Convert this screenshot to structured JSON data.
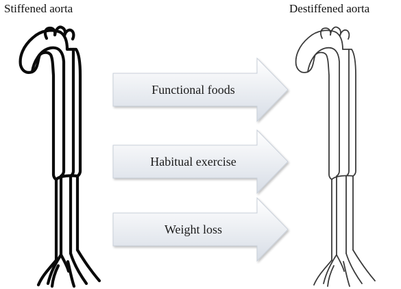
{
  "titles": {
    "left": "Stiffened aorta",
    "right": "Destiffened aorta"
  },
  "arrows": [
    {
      "label": "Functional foods"
    },
    {
      "label": "Habitual exercise"
    },
    {
      "label": "Weight loss"
    }
  ],
  "colors": {
    "arrow_fill_top": "#ffffff",
    "arrow_fill_bottom": "#d7dde6",
    "arrow_stroke": "#c9d0da",
    "stiff_aorta_stroke": "#0a0a0a",
    "destiff_aorta_stroke": "#3a3a3a"
  }
}
